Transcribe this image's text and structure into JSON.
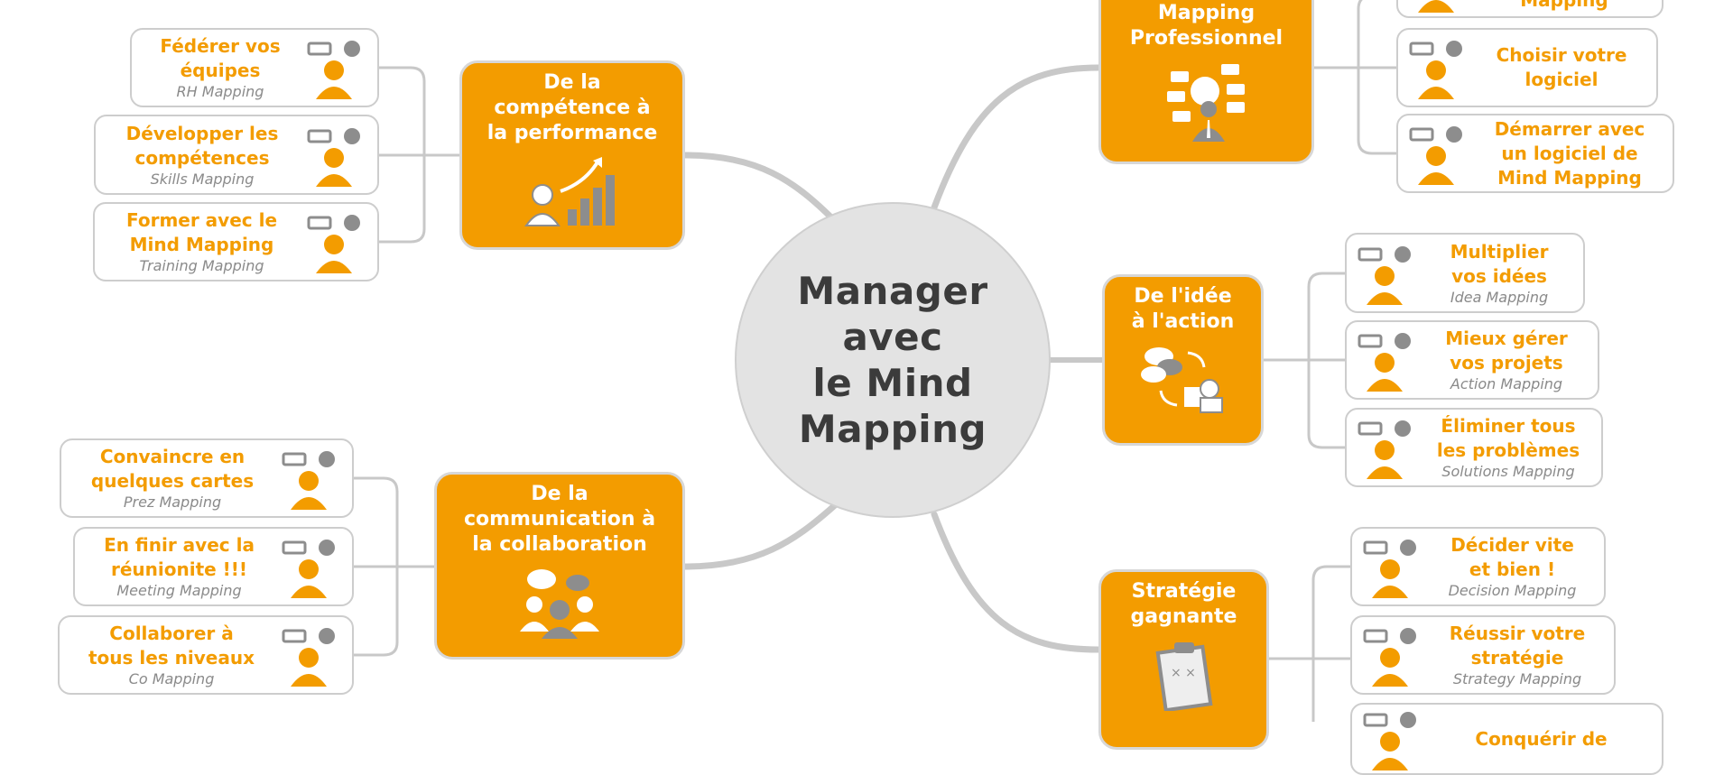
{
  "center": {
    "title": "Manager\navec\nle Mind\nMapping"
  },
  "branches": {
    "competence": {
      "title": "De la\ncompétence à\nla performance",
      "leaves": [
        {
          "title": "Fédérer vos\néquipes",
          "subtitle": "RH Mapping",
          "icon": "team-icon"
        },
        {
          "title": "Développer les\ncompétences",
          "subtitle": "Skills Mapping",
          "icon": "idea-burst-icon"
        },
        {
          "title": "Former avec le\nMind Mapping",
          "subtitle": "Training Mapping",
          "icon": "mindmap-person-icon"
        }
      ]
    },
    "communication": {
      "title": "De la\ncommunication à\nla collaboration",
      "leaves": [
        {
          "title": "Convaincre en\nquelques cartes",
          "subtitle": "Prez Mapping",
          "icon": "presentation-board-icon"
        },
        {
          "title": "En finir avec la\nréunionite !!!",
          "subtitle": "Meeting Mapping",
          "icon": "meeting-icon"
        },
        {
          "title": "Collaborer à\ntous les niveaux",
          "subtitle": "Co Mapping",
          "icon": "collaboration-icon"
        }
      ]
    },
    "professionnel": {
      "title": "Mapping\nProfessionnel",
      "leaves": [
        {
          "title": "Mapping",
          "subtitle": "",
          "icon": "pen-icon"
        },
        {
          "title": "Choisir votre\nlogiciel",
          "subtitle": "",
          "icon": "monitor-icon"
        },
        {
          "title": "Démarrer avec\nun logiciel de\nMind Mapping",
          "subtitle": "",
          "icon": "touch-mindmap-icon"
        }
      ]
    },
    "idee": {
      "title": "De l'idée\nà l'action",
      "leaves": [
        {
          "title": "Multiplier\nvos idées",
          "subtitle": "Idea Mapping",
          "icon": "clouds-person-icon"
        },
        {
          "title": "Mieux gérer\nvos projets",
          "subtitle": "Action Mapping",
          "icon": "gantt-person-icon"
        },
        {
          "title": "Éliminer tous\nles problèmes",
          "subtitle": "Solutions Mapping",
          "icon": "no-problem-icon"
        }
      ]
    },
    "strategie": {
      "title": "Stratégie\ngagnante",
      "leaves": [
        {
          "title": "Décider vite\net bien !",
          "subtitle": "Decision Mapping",
          "icon": "decision-icon"
        },
        {
          "title": "Réussir votre\nstratégie",
          "subtitle": "Strategy Mapping",
          "icon": "target-icon"
        },
        {
          "title": "Conquérir de",
          "subtitle": "",
          "icon": "person-icon"
        }
      ]
    }
  },
  "colors": {
    "accent": "#f39c00",
    "gray": "#8d8d8d",
    "line": "#c8c8c8",
    "center": "#e3e3e3"
  }
}
